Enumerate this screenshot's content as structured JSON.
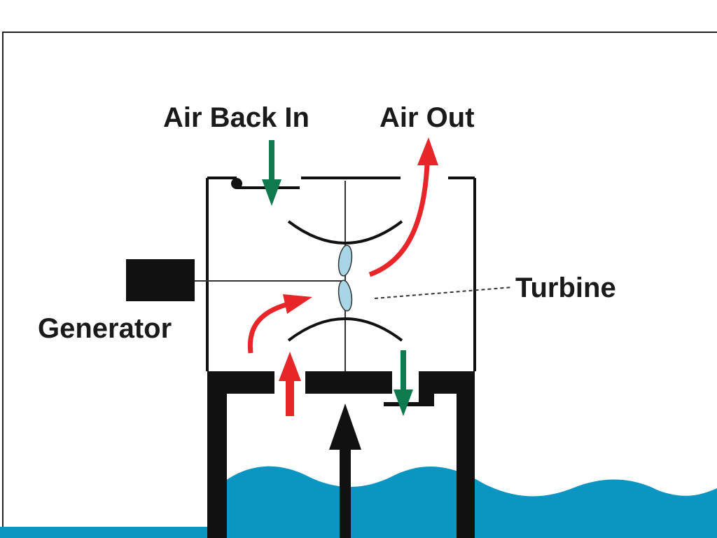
{
  "labels": {
    "air_back_in": "Air Back In",
    "air_out": "Air Out",
    "turbine": "Turbine",
    "generator": "Generator"
  },
  "colors": {
    "water": "#0b95c2",
    "outline": "#111111",
    "air_out_arrow": "#e8262a",
    "air_in_arrow": "#0e7a4e",
    "turbine_blade": "#a9d6e6",
    "water_push_arrow": "#111111"
  }
}
